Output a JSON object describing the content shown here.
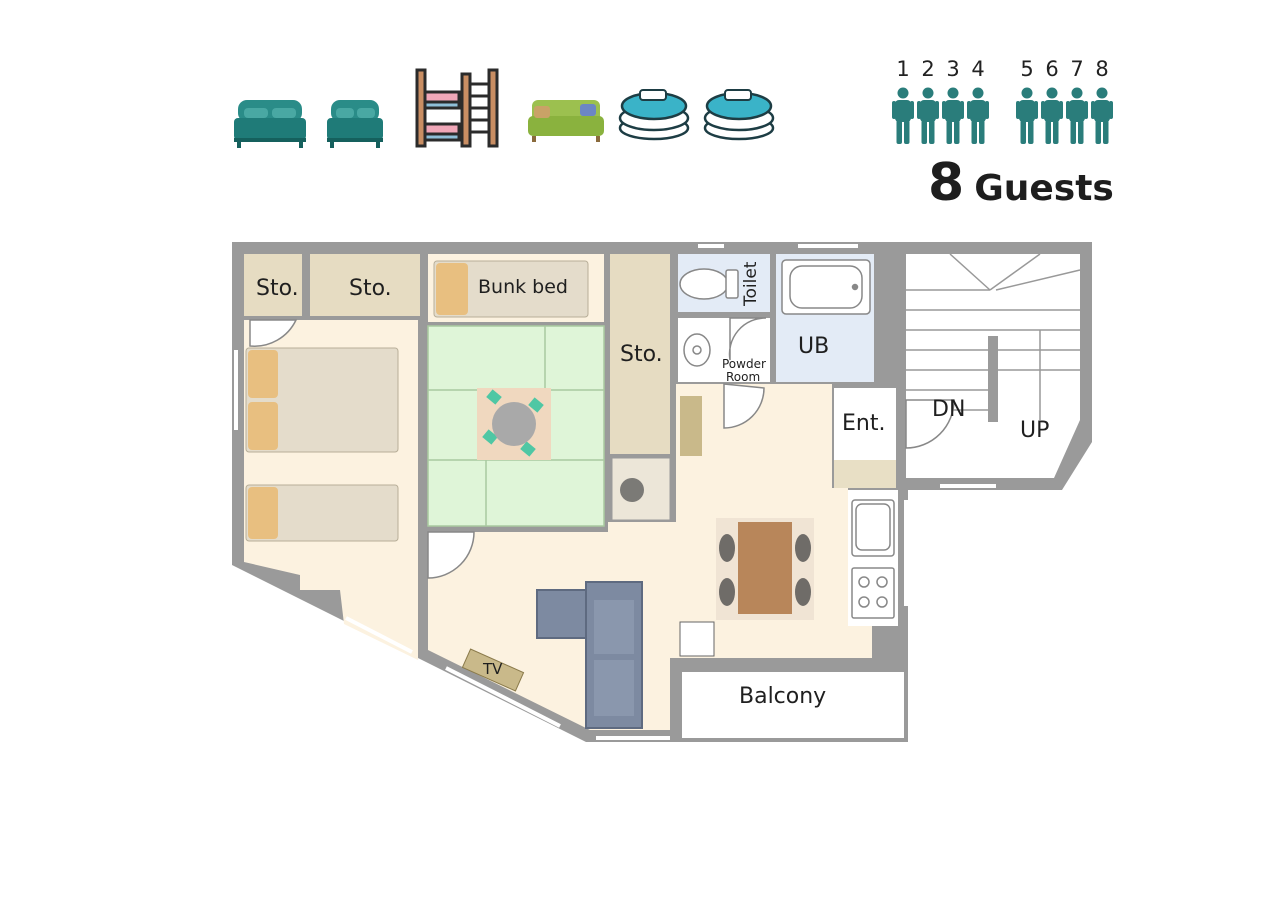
{
  "amenities": {
    "icons": [
      "double-bed-icon",
      "double-bed-icon",
      "bunk-bed-icon",
      "sofa-bed-icon",
      "futon-icon",
      "futon-icon"
    ]
  },
  "guests": {
    "numbers": [
      "1",
      "2",
      "3",
      "4",
      "5",
      "6",
      "7",
      "8"
    ],
    "count": "8",
    "label": "Guests",
    "figure_color": "#2a7d7b"
  },
  "floorplan": {
    "rooms": {
      "storage_1": "Sto.",
      "storage_2": "Sto.",
      "bunk_bed": "Bunk bed",
      "storage_3": "Sto.",
      "toilet": "Toilet",
      "unit_bath": "UB",
      "powder_room_line1": "Powder",
      "powder_room_line2": "Room",
      "entrance": "Ent.",
      "stairs_down": "DN",
      "stairs_up": "UP",
      "tv": "TV",
      "balcony": "Balcony"
    },
    "colors": {
      "wall": "#9a9a9a",
      "floor": "#fcf2e0",
      "tatami": "#dff5d8",
      "bed": "#e4dccb",
      "pillow": "#e8bf80",
      "sofa": "#7d8aa1",
      "table": "#b8865a",
      "bath": "#e3ebf6"
    }
  }
}
